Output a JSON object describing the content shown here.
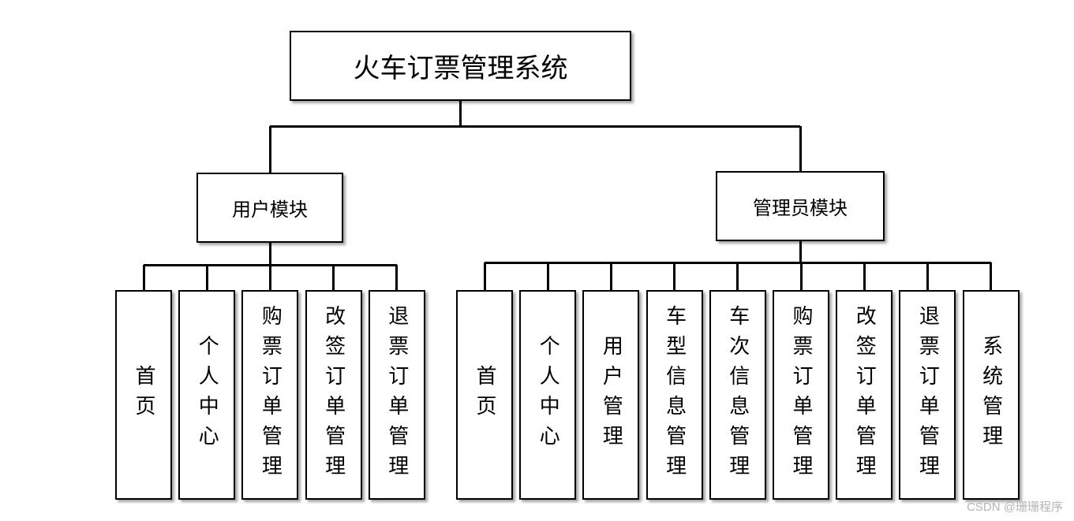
{
  "diagram": {
    "root": {
      "label": "火车订票管理系统"
    },
    "branches": [
      {
        "label": "用户模块",
        "leaves": [
          "首页",
          "个人中心",
          "购票订单管理",
          "改签订单管理",
          "退票订单管理"
        ]
      },
      {
        "label": "管理员模块",
        "leaves": [
          "首页",
          "个人中心",
          "用户管理",
          "车型信息管理",
          "车次信息管理",
          "购票订单管理",
          "改签订单管理",
          "退票订单管理",
          "系统管理"
        ]
      }
    ]
  },
  "watermark": "CSDN @珊珊程序"
}
